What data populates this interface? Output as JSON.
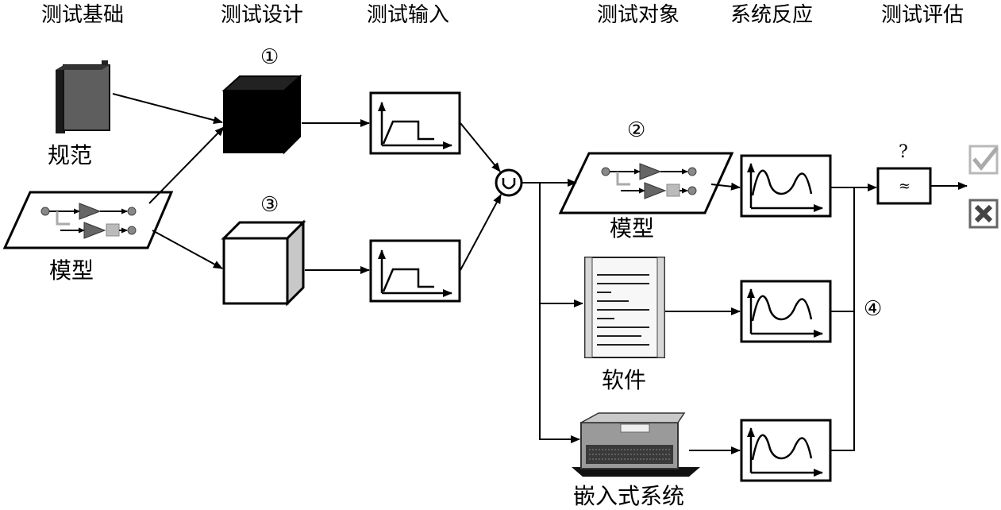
{
  "headers": {
    "basis": "测试基础",
    "design": "测试设计",
    "input": "测试输入",
    "object": "测试对象",
    "response": "系统反应",
    "evaluation": "测试评估"
  },
  "labels": {
    "spec": "规范",
    "model_left": "模型",
    "model_right": "模型",
    "software": "软件",
    "embedded": "嵌入式系统"
  },
  "markers": {
    "m1": "①",
    "m2": "②",
    "m3": "③",
    "m4": "④"
  },
  "evaluation": {
    "question": "?",
    "compare_symbol": "≈"
  },
  "union_symbol": "∪",
  "colors": {
    "pass": "#b8b8b8",
    "fail": "#505050",
    "book": "#555555",
    "block_fill": "#777777",
    "block_light": "#bfbfbf"
  }
}
